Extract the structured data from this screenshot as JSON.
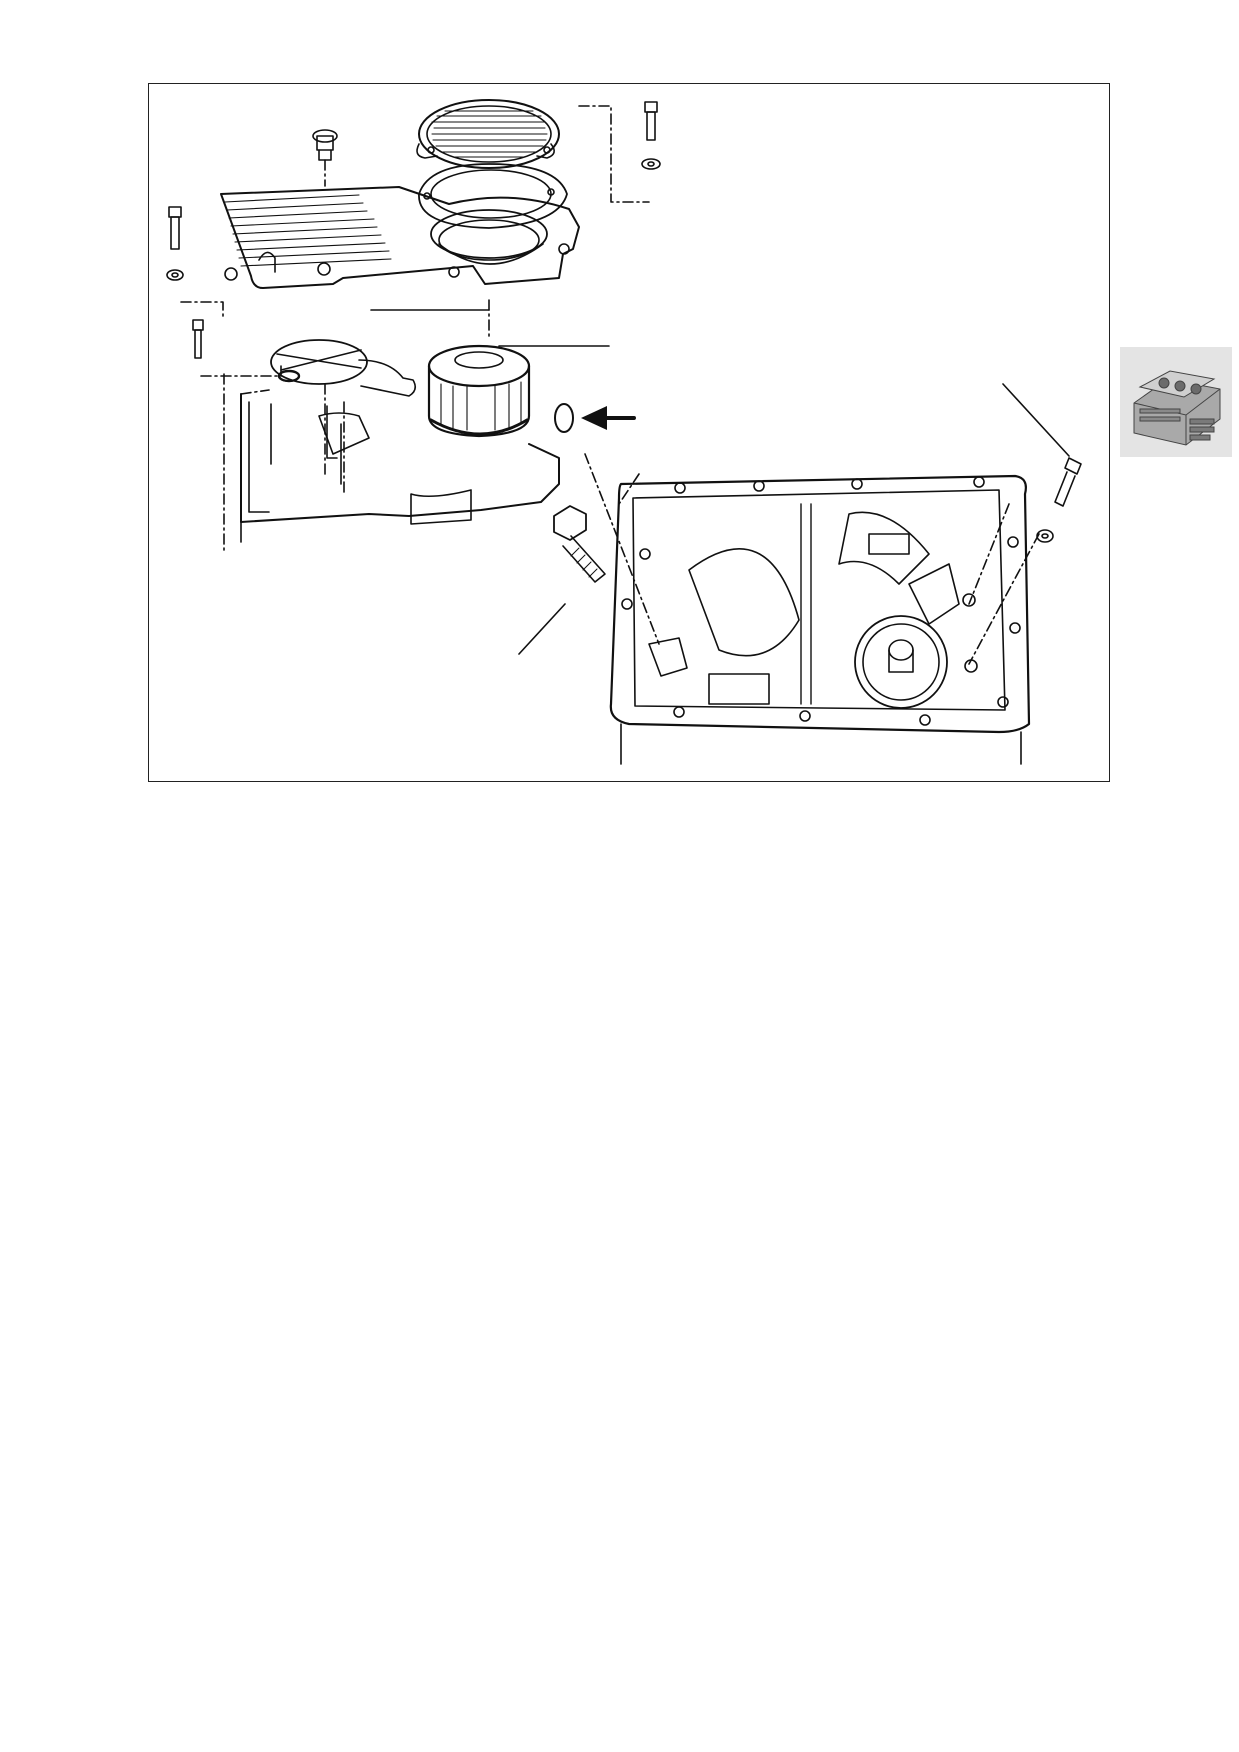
{
  "figure": {
    "kind": "exploded-view line drawing",
    "parts": [
      "oil-sump-cover",
      "cover-gasket",
      "finned-oil-pan-lid",
      "oil-strainer",
      "oil-filter-cartridge",
      "o-ring",
      "lower-oil-sump",
      "hex-bolt",
      "socket-head-screws",
      "washers",
      "drain-plug"
    ]
  },
  "side_tab": {
    "icon": "engine-block-icon",
    "background": "#e4e4e4"
  },
  "colors": {
    "line": "#111111",
    "frame": "#222222",
    "page": "#ffffff"
  }
}
